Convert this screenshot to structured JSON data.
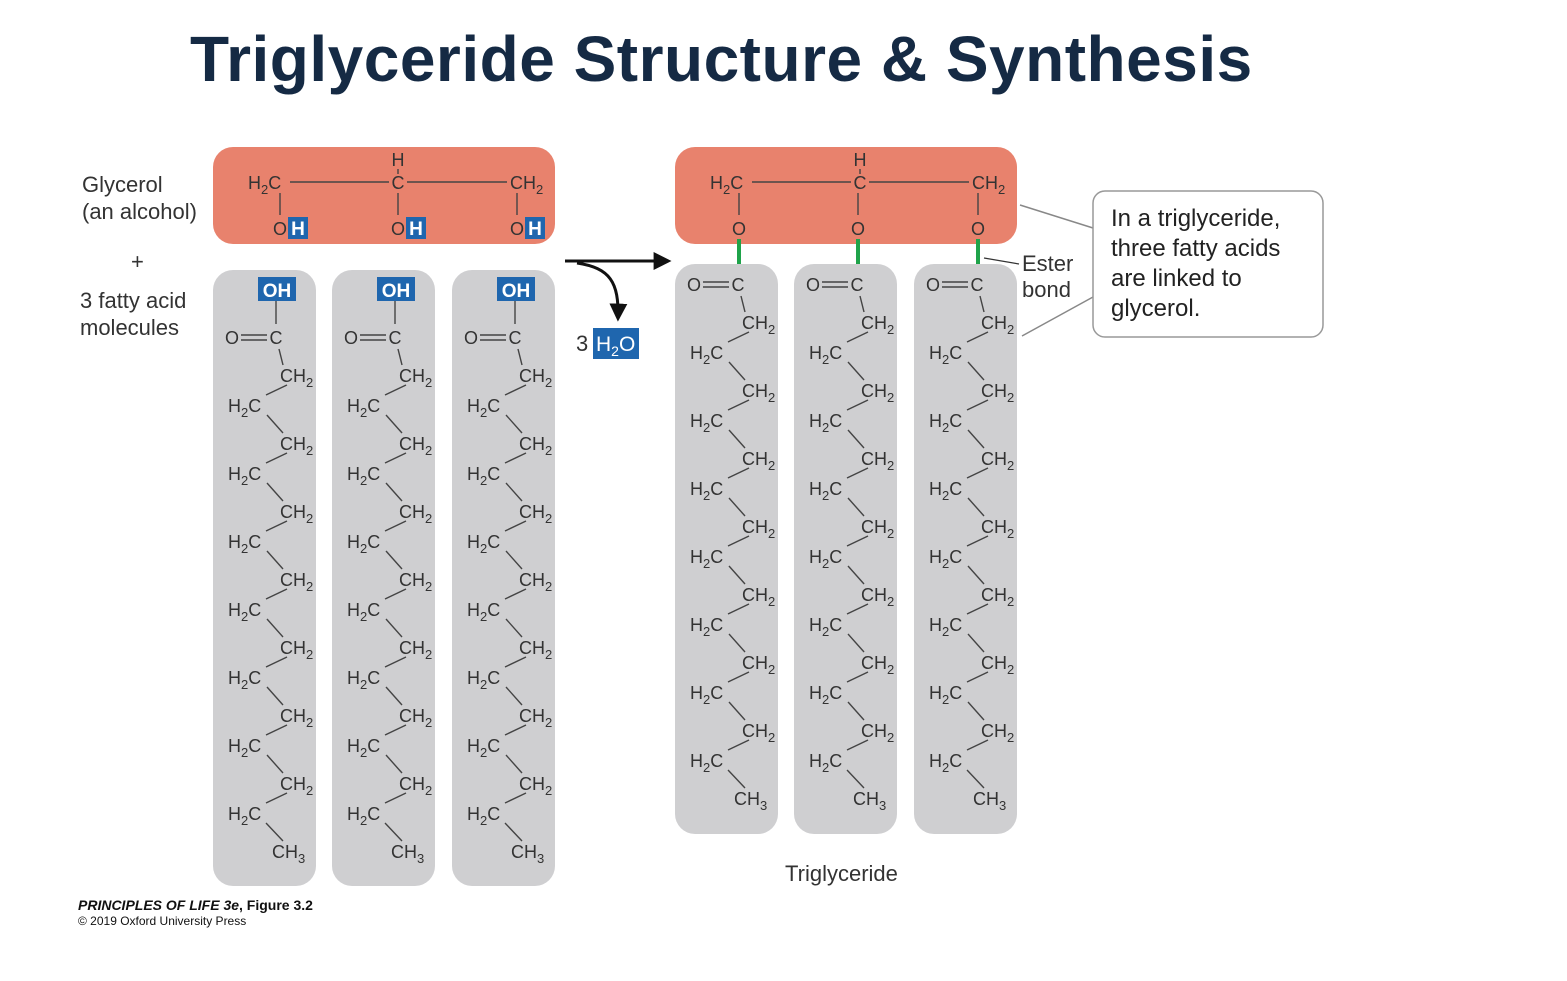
{
  "title": "Triglyceride Structure & Synthesis",
  "labels": {
    "glycerol": "Glycerol",
    "glycerol_sub": "(an alcohol)",
    "plus": "+",
    "fatty_1": "3 fatty acid",
    "fatty_2": "molecules",
    "water_coef": "3",
    "ester_1": "Ester",
    "ester_2": "bond",
    "triglyceride": "Triglyceride"
  },
  "callout": [
    "In a triglyceride,",
    "three fatty acids",
    "are linked to",
    "glycerol."
  ],
  "atoms": {
    "h": "H",
    "c": "C",
    "o": "O",
    "oh": "OH",
    "h2": "H",
    "h2_sub": "2",
    "ch2_main": "CH",
    "ch2_sub": "2",
    "ch3_main": "CH",
    "ch3_sub": "3",
    "water_main": "H",
    "water_sub": "2",
    "water_o": "O"
  },
  "credit": {
    "book": "PRINCIPLES OF LIFE 3e",
    "figure": ", Figure 3.2",
    "copyright": "© 2019 Oxford University Press"
  },
  "colors": {
    "title": "#152a44",
    "glycerol_fill": "#e8826d",
    "fatty_fill": "#cfcfd1",
    "highlight_blue": "#1f66ae",
    "ester_green": "#1fa34a",
    "text": "#333333"
  },
  "icons": {
    "reaction_arrow": "curved-arrow-icon"
  }
}
